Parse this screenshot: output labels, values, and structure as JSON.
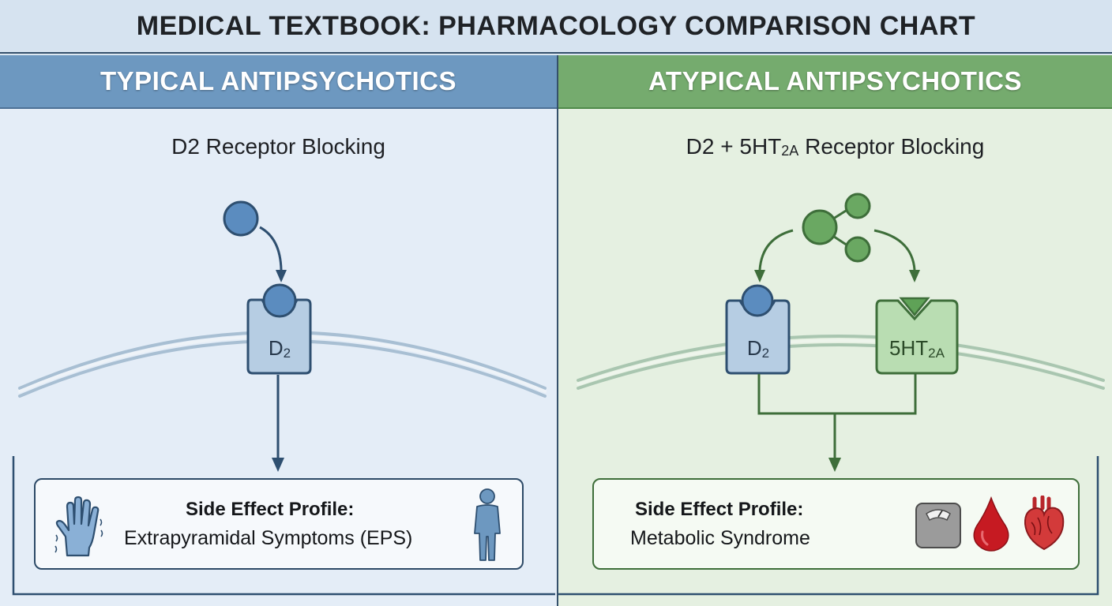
{
  "title": "MEDICAL TEXTBOOK: PHARMACOLOGY COMPARISON CHART",
  "typical": {
    "header": "TYPICAL ANTIPSYCHOTICS",
    "mechanism": "D2 Receptor Blocking",
    "receptor_label": "D",
    "receptor_sub": "2",
    "side_effect_heading": "Side Effect Profile:",
    "side_effect": "Extrapyramidal Symptoms (EPS)",
    "icons": [
      "trembling-hand-icon",
      "person-icon"
    ]
  },
  "atypical": {
    "header": "ATYPICAL ANTIPSYCHOTICS",
    "mechanism_prefix": "D2 + 5HT",
    "mechanism_sub": "2A",
    "mechanism_suffix": " Receptor Blocking",
    "d2_label": "D",
    "d2_sub": "2",
    "ht_label": "5HT",
    "ht_sub": "2A",
    "side_effect_heading": "Side Effect Profile:",
    "side_effect": "Metabolic Syndrome",
    "icons": [
      "weight-scale-icon",
      "blood-drop-icon",
      "heart-icon"
    ]
  },
  "colors": {
    "typical_accent": "#6d98c0",
    "atypical_accent": "#75ab6e",
    "outline": "#34506b"
  }
}
